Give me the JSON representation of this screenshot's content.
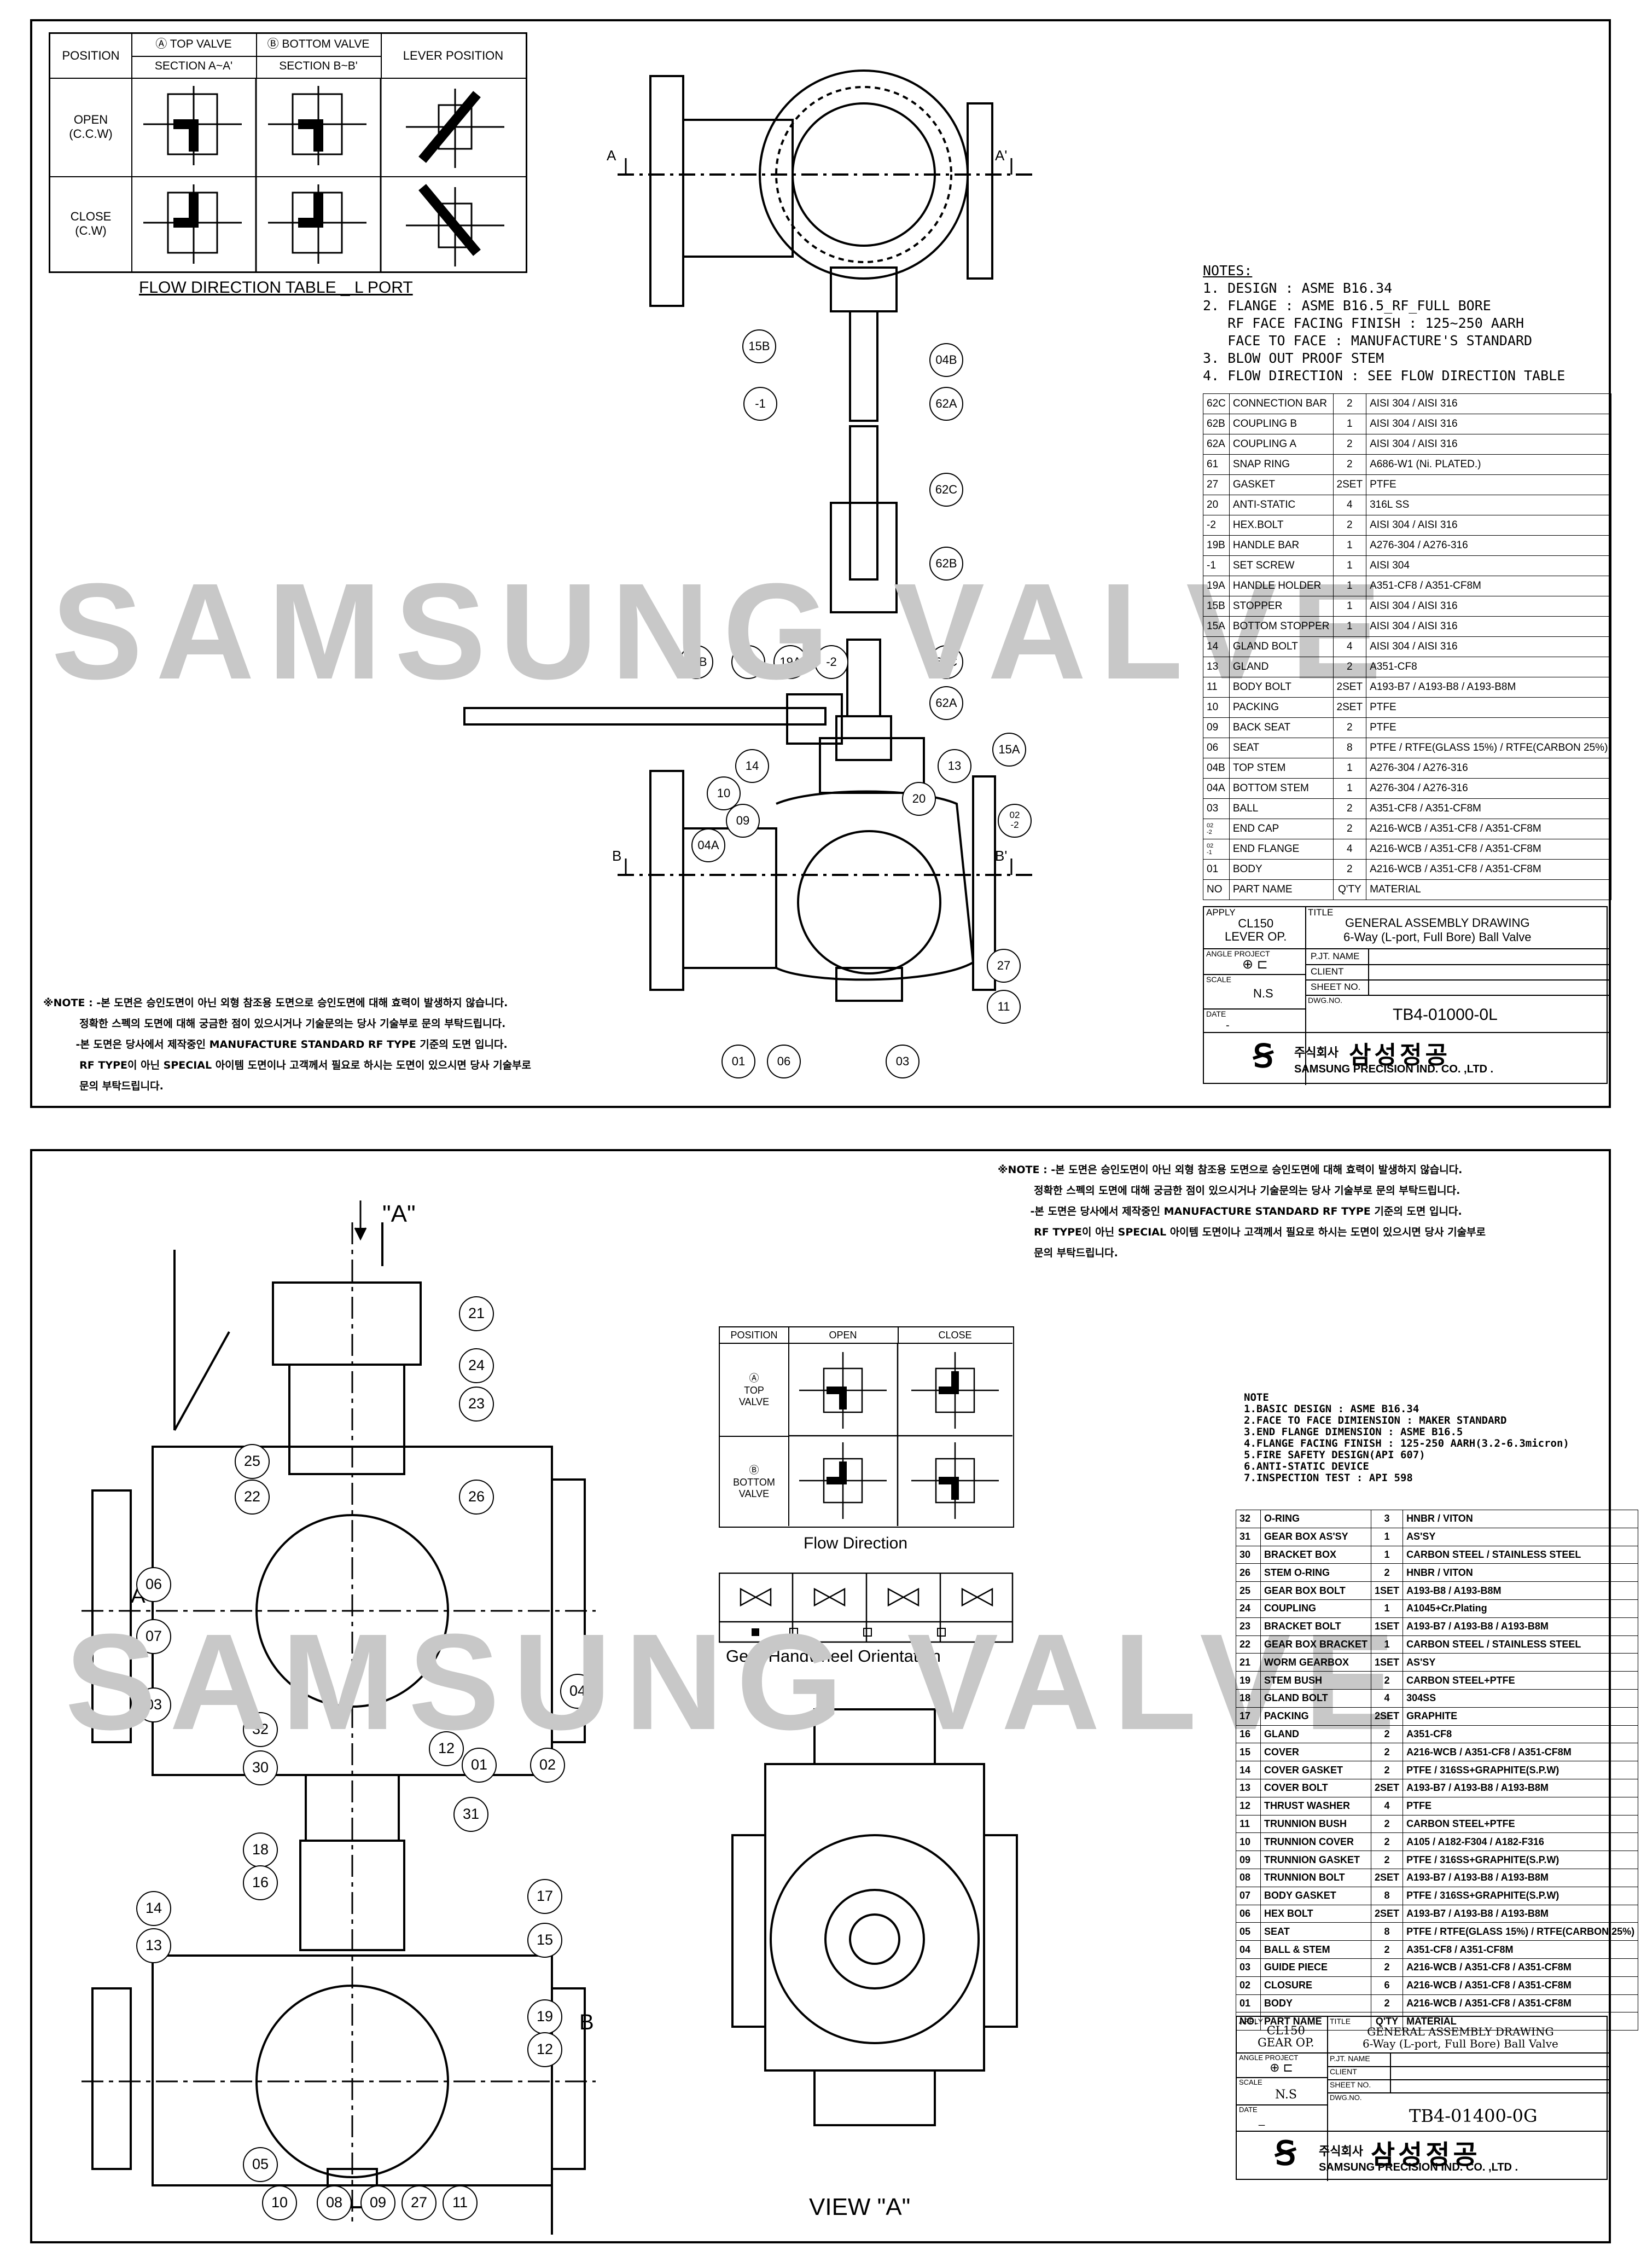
{
  "sheet1": {
    "watermark": "SAMSUNG VALVE",
    "flow_table": {
      "headers": {
        "position": "POSITION",
        "top_valve": "Ⓐ TOP VALVE",
        "section_a": "SECTION A~A'",
        "bottom_valve": "Ⓑ BOTTOM VALVE",
        "section_b": "SECTION B~B'",
        "lever": "LEVER POSITION"
      },
      "rows": [
        {
          "label": "OPEN\n(C.C.W)"
        },
        {
          "label": "CLOSE\n(C.W)"
        }
      ],
      "caption": "FLOW DIRECTION TABLE _ L PORT"
    },
    "section_marks": {
      "a": "A",
      "a_prime": "A'",
      "b": "B",
      "b_prime": "B'"
    },
    "notes_title": "NOTES:",
    "notes": "1. DESIGN : ASME B16.34\n2. FLANGE : ASME B16.5_RF_FULL BORE\n   RF FACE FACING FINISH : 125~250 AARH\n   FACE TO FACE : MANUFACTURE'S STANDARD\n3. BLOW OUT PROOF STEM\n4. FLOW DIRECTION : SEE FLOW DIRECTION TABLE",
    "bom": [
      [
        "62C",
        "CONNECTION BAR",
        "2",
        "AISI 304 / AISI 316"
      ],
      [
        "62B",
        "COUPLING B",
        "1",
        "AISI 304 / AISI 316"
      ],
      [
        "62A",
        "COUPLING A",
        "2",
        "AISI 304 / AISI 316"
      ],
      [
        "61",
        "SNAP RING",
        "2",
        "A686-W1 (Ni. PLATED.)"
      ],
      [
        "27",
        "GASKET",
        "2SET",
        "PTFE"
      ],
      [
        "20",
        "ANTI-STATIC",
        "4",
        "316L SS"
      ],
      [
        "-2",
        "HEX.BOLT",
        "2",
        "AISI 304 / AISI 316"
      ],
      [
        "19B",
        "HANDLE BAR",
        "1",
        "A276-304 / A276-316"
      ],
      [
        "-1",
        "SET SCREW",
        "1",
        "AISI 304"
      ],
      [
        "19A",
        "HANDLE HOLDER",
        "1",
        "A351-CF8 / A351-CF8M"
      ],
      [
        "15B",
        "STOPPER",
        "1",
        "AISI 304 / AISI 316"
      ],
      [
        "15A",
        "BOTTOM STOPPER",
        "1",
        "AISI 304 / AISI 316"
      ],
      [
        "14",
        "GLAND BOLT",
        "4",
        "AISI 304 / AISI 316"
      ],
      [
        "13",
        "GLAND",
        "2",
        "A351-CF8"
      ],
      [
        "11",
        "BODY BOLT",
        "2SET",
        "A193-B7 / A193-B8 / A193-B8M"
      ],
      [
        "10",
        "PACKING",
        "2SET",
        "PTFE"
      ],
      [
        "09",
        "BACK SEAT",
        "2",
        "PTFE"
      ],
      [
        "06",
        "SEAT",
        "8",
        "PTFE / RTFE(GLASS 15%) / RTFE(CARBON 25%)"
      ],
      [
        "04B",
        "TOP STEM",
        "1",
        "A276-304 / A276-316"
      ],
      [
        "04A",
        "BOTTOM STEM",
        "1",
        "A276-304 / A276-316"
      ],
      [
        "03",
        "BALL",
        "2",
        "A351-CF8 / A351-CF8M"
      ],
      [
        "02\n-2",
        "END CAP",
        "2",
        "A216-WCB / A351-CF8 / A351-CF8M"
      ],
      [
        "02\n-1",
        "END FLANGE",
        "4",
        "A216-WCB / A351-CF8 / A351-CF8M"
      ],
      [
        "01",
        "BODY",
        "2",
        "A216-WCB / A351-CF8 / A351-CF8M"
      ],
      [
        "NO",
        "PART NAME",
        "Q'TY",
        "MATERIAL"
      ]
    ],
    "title_block": {
      "apply_label": "APPLY",
      "apply": "CL150\nLEVER OP.",
      "title_label": "TITLE",
      "title": "GENERAL ASSEMBLY DRAWING\n6-Way (L-port, Full Bore) Ball Valve",
      "angle_label": "ANGLE PROJECT",
      "pjt": "P.JT. NAME",
      "client": "CLIENT",
      "sheet": "SHEET NO.",
      "scale_label": "SCALE",
      "scale": "N.S",
      "dwg_label": "DWG.NO.",
      "date_label": "DATE",
      "date": "-",
      "dwg_no": "TB4-01000-0L",
      "company_kr_small": "주식회사",
      "company_kr": "삼성정공",
      "company_en": "SAMSUNG PRECISION IND. CO. ,LTD ."
    },
    "korean_note": "※NOTE : -본 도면은 승인도면이 아닌 외형 참조용 도면으로 승인도면에 대해 효력이 발생하지 않습니다.\n          정확한 스펙의 도면에 대해 궁금한 점이 있으시거나 기술문의는 당사 기술부로 문의 부탁드립니다.\n         -본 도면은 당사에서 제작중인 MANUFACTURE STANDARD RF TYPE 기준의 도면 입니다.\n          RF TYPE이 아닌 SPECIAL 아이템 도면이나 고객께서 필요로 하시는 도면이 있으시면 당사 기술부로\n          문의 부탁드립니다.",
    "balloons": [
      "15B",
      "-1",
      "04B",
      "62A",
      "62C",
      "62B",
      "19B",
      "-1",
      "19A",
      "-2",
      "62C",
      "62A",
      "15A",
      "14",
      "13",
      "10",
      "09",
      "20",
      "04A",
      "02\n-2",
      "27",
      "11",
      "01",
      "06",
      "03"
    ]
  },
  "sheet2": {
    "watermark": "SAMSUNG VALVE",
    "view_a_arrow": "\"A\"",
    "view_a_title": "VIEW \"A\"",
    "section_letters": {
      "a": "A",
      "b": "B"
    },
    "flow_table": {
      "headers": {
        "position": "POSITION",
        "open": "OPEN",
        "close": "CLOSE"
      },
      "rows": [
        {
          "label": "Ⓐ\nTOP\nVALVE"
        },
        {
          "label": "Ⓑ\nBOTTOM\nVALVE"
        }
      ],
      "caption": "Flow Direction"
    },
    "handwheel_caption": "Gear Handwheel Orientation",
    "notes_title": "NOTE",
    "notes": "1.BASIC DESIGN : ASME B16.34\n2.FACE TO FACE DIMIENSION : MAKER STANDARD\n3.END FLANGE DIMENSION : ASME B16.5\n4.FLANGE FACING FINISH : 125-250 AARH(3.2-6.3micron)\n5.FIRE SAFETY DESIGN(API 607)\n6.ANTI-STATIC DEVICE\n7.INSPECTION TEST : API 598",
    "bom": [
      [
        "32",
        "O-RING",
        "3",
        "HNBR / VITON"
      ],
      [
        "31",
        "GEAR BOX AS'SY",
        "1",
        "AS'SY"
      ],
      [
        "30",
        "BRACKET BOX",
        "1",
        "CARBON STEEL / STAINLESS STEEL"
      ],
      [
        "26",
        "STEM O-RING",
        "2",
        "HNBR / VITON"
      ],
      [
        "25",
        "GEAR BOX BOLT",
        "1SET",
        "A193-B8 / A193-B8M"
      ],
      [
        "24",
        "COUPLING",
        "1",
        "A1045+Cr.Plating"
      ],
      [
        "23",
        "BRACKET BOLT",
        "1SET",
        "A193-B7 / A193-B8 / A193-B8M"
      ],
      [
        "22",
        "GEAR BOX BRACKET",
        "1",
        "CARBON STEEL / STAINLESS STEEL"
      ],
      [
        "21",
        "WORM GEARBOX",
        "1SET",
        "AS'SY"
      ],
      [
        "19",
        "STEM BUSH",
        "2",
        "CARBON STEEL+PTFE"
      ],
      [
        "18",
        "GLAND BOLT",
        "4",
        "304SS"
      ],
      [
        "17",
        "PACKING",
        "2SET",
        "GRAPHITE"
      ],
      [
        "16",
        "GLAND",
        "2",
        "A351-CF8"
      ],
      [
        "15",
        "COVER",
        "2",
        "A216-WCB / A351-CF8 / A351-CF8M"
      ],
      [
        "14",
        "COVER GASKET",
        "2",
        "PTFE / 316SS+GRAPHITE(S.P.W)"
      ],
      [
        "13",
        "COVER BOLT",
        "2SET",
        "A193-B7 / A193-B8 / A193-B8M"
      ],
      [
        "12",
        "THRUST WASHER",
        "4",
        "PTFE"
      ],
      [
        "11",
        "TRUNNION BUSH",
        "2",
        "CARBON STEEL+PTFE"
      ],
      [
        "10",
        "TRUNNION COVER",
        "2",
        "A105 / A182-F304 / A182-F316"
      ],
      [
        "09",
        "TRUNNION GASKET",
        "2",
        "PTFE / 316SS+GRAPHITE(S.P.W)"
      ],
      [
        "08",
        "TRUNNION BOLT",
        "2SET",
        "A193-B7 / A193-B8 / A193-B8M"
      ],
      [
        "07",
        "BODY GASKET",
        "8",
        "PTFE / 316SS+GRAPHITE(S.P.W)"
      ],
      [
        "06",
        "HEX BOLT",
        "2SET",
        "A193-B7 / A193-B8 / A193-B8M"
      ],
      [
        "05",
        "SEAT",
        "8",
        "PTFE / RTFE(GLASS 15%) / RTFE(CARBON 25%)"
      ],
      [
        "04",
        "BALL & STEM",
        "2",
        "A351-CF8 / A351-CF8M"
      ],
      [
        "03",
        "GUIDE PIECE",
        "2",
        "A216-WCB / A351-CF8 / A351-CF8M"
      ],
      [
        "02",
        "CLOSURE",
        "6",
        "A216-WCB / A351-CF8 / A351-CF8M"
      ],
      [
        "01",
        "BODY",
        "2",
        "A216-WCB / A351-CF8 / A351-CF8M"
      ],
      [
        "NO.",
        "PART NAME",
        "Q'TY",
        "MATERIAL"
      ]
    ],
    "title_block": {
      "apply_label": "APPLY",
      "apply": "CL150\nGEAR OP.",
      "title_label": "TITLE",
      "title": "GENERAL ASSEMBLY DRAWING\n6-Way (L-port, Full Bore) Ball Valve",
      "angle_label": "ANGLE PROJECT",
      "pjt": "P.JT. NAME",
      "client": "CLIENT",
      "sheet": "SHEET NO.",
      "scale_label": "SCALE",
      "scale": "N.S",
      "dwg_label": "DWG.NO.",
      "date_label": "DATE",
      "date": "_",
      "dwg_no": "TB4-01400-0G",
      "company_kr_small": "주식회사",
      "company_kr": "삼성정공",
      "company_en": "SAMSUNG PRECISION IND. CO. ,LTD ."
    },
    "korean_note": "※NOTE : -본 도면은 승인도면이 아닌 외형 참조용 도면으로 승인도면에 대해 효력이 발생하지 않습니다.\n          정확한 스펙의 도면에 대해 궁금한 점이 있으시거나 기술문의는 당사 기술부로 문의 부탁드립니다.\n         -본 도면은 당사에서 제작중인 MANUFACTURE STANDARD RF TYPE 기준의 도면 입니다.\n          RF TYPE이 아닌 SPECIAL 아이템 도면이나 고객께서 필요로 하시는 도면이 있으시면 당사 기술부로\n          문의 부탁드립니다.",
    "balloons": [
      "21",
      "24",
      "23",
      "25",
      "22",
      "26",
      "06",
      "07",
      "04",
      "03",
      "32",
      "12",
      "01",
      "02",
      "30",
      "31",
      "18",
      "16",
      "14",
      "13",
      "17",
      "15",
      "19",
      "12",
      "05",
      "10",
      "08",
      "09",
      "27",
      "11"
    ]
  }
}
